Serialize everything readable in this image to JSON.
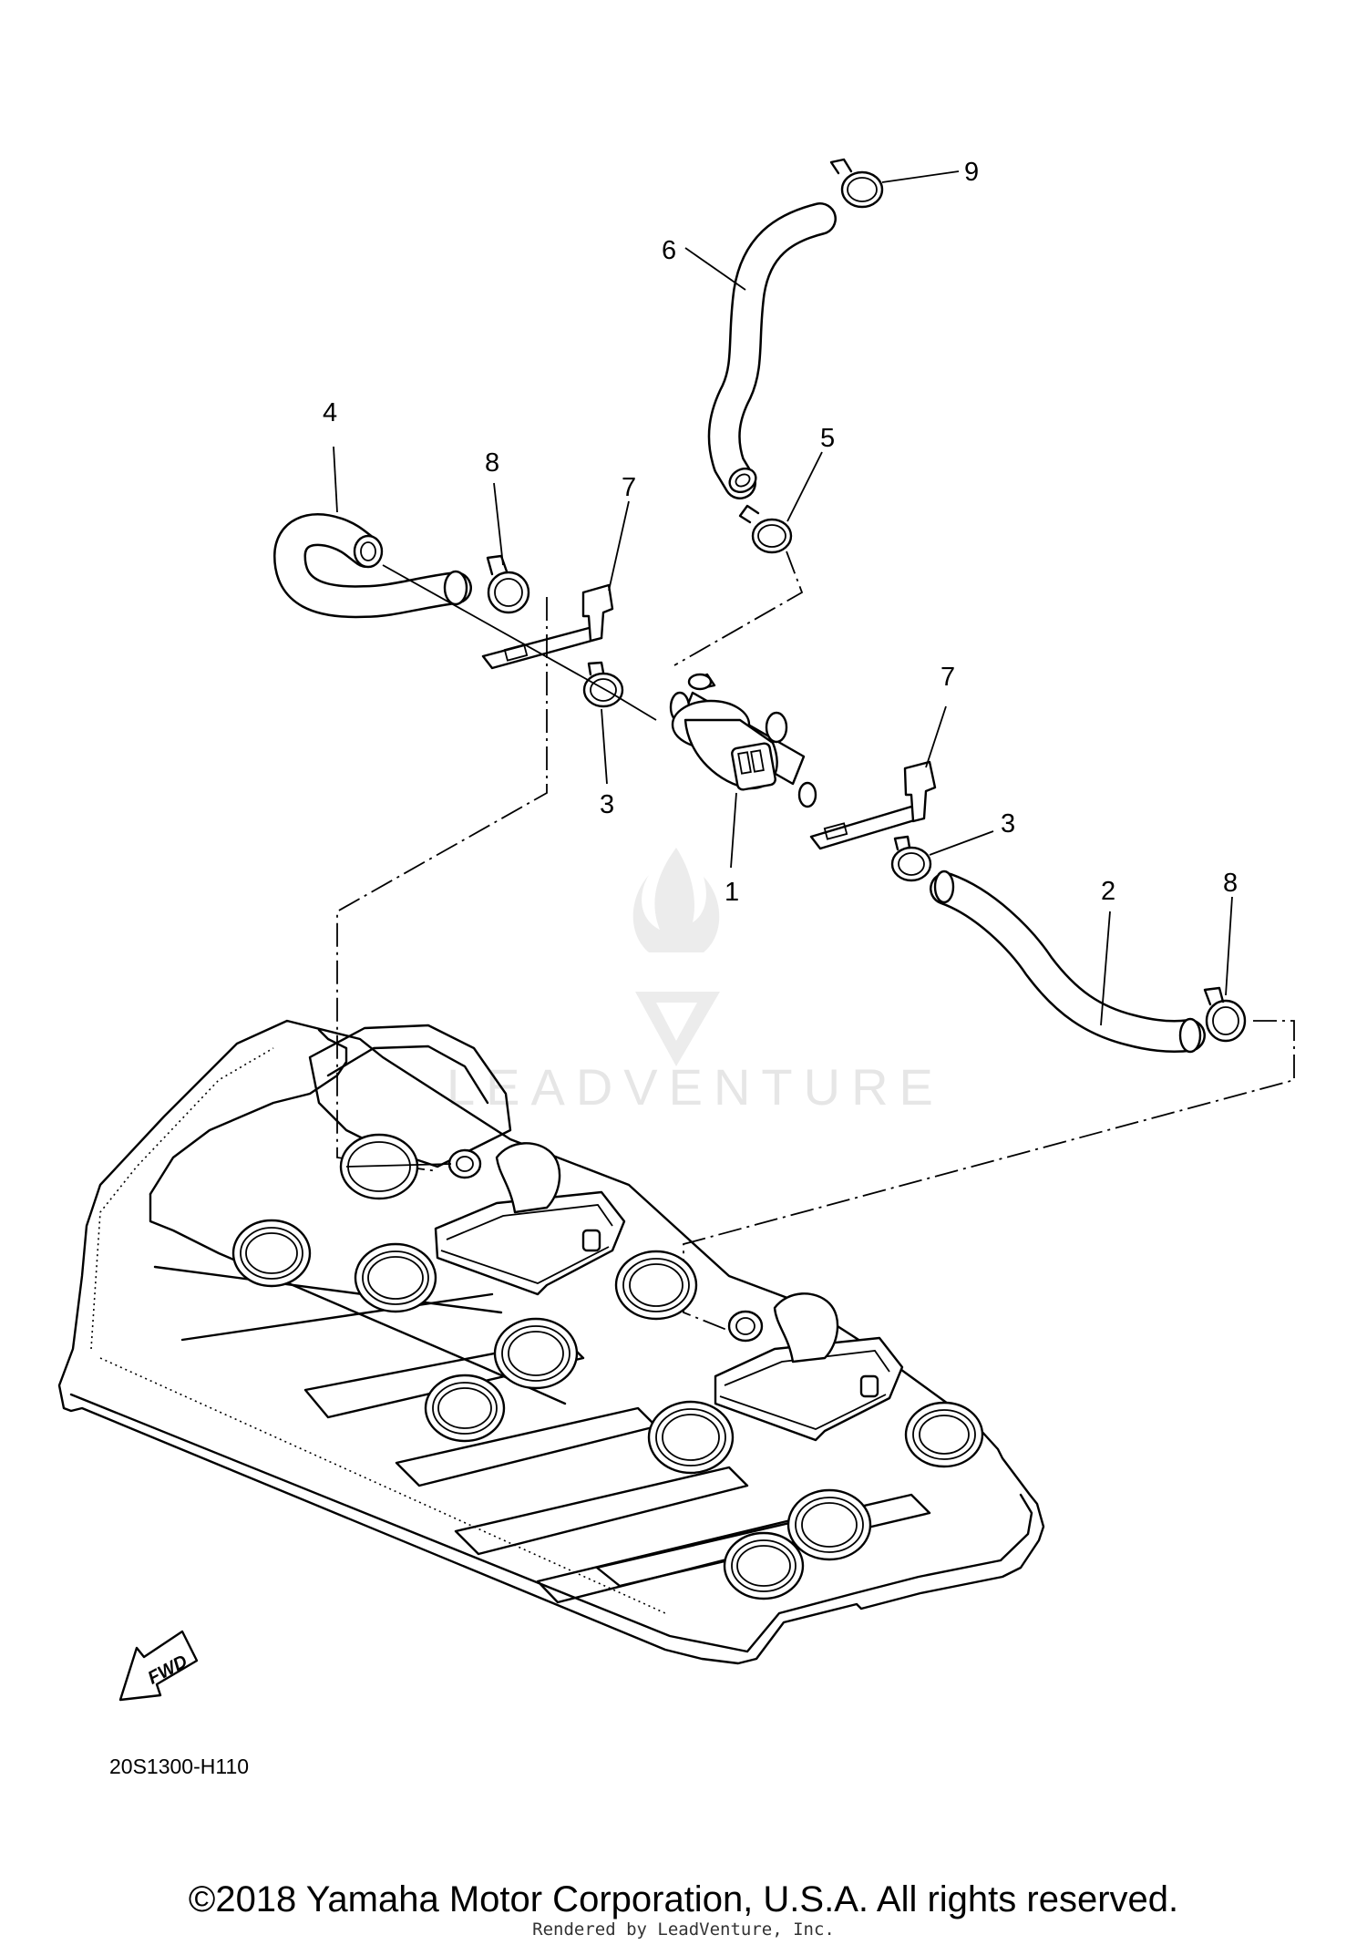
{
  "diagram": {
    "callouts": [
      {
        "id": "c9",
        "label": "9"
      },
      {
        "id": "c6",
        "label": "6"
      },
      {
        "id": "c4",
        "label": "4"
      },
      {
        "id": "c8a",
        "label": "8"
      },
      {
        "id": "c7a",
        "label": "7"
      },
      {
        "id": "c5",
        "label": "5"
      },
      {
        "id": "c3a",
        "label": "3"
      },
      {
        "id": "c7b",
        "label": "7"
      },
      {
        "id": "c3b",
        "label": "3"
      },
      {
        "id": "c1",
        "label": "1"
      },
      {
        "id": "c2",
        "label": "2"
      },
      {
        "id": "c8b",
        "label": "8"
      }
    ],
    "fwd_label": "FWD",
    "diagram_code": "20S1300-H110"
  },
  "watermark": {
    "text": "LEADVENTURE"
  },
  "footer": {
    "copyright": "©2018 Yamaha Motor Corporation, U.S.A. All rights reserved.",
    "rendered_by": "Rendered by LeadVenture, Inc."
  }
}
